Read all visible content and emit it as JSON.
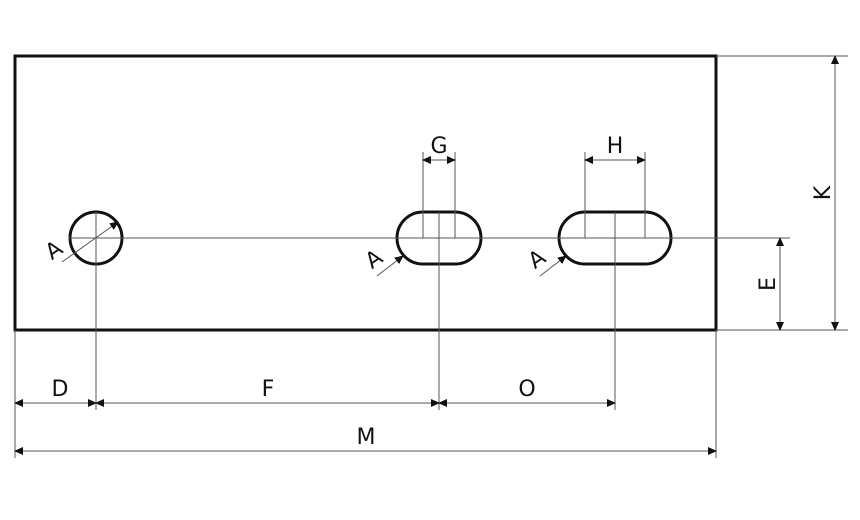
{
  "labels": {
    "diameter_hole": "A",
    "diameter_slot1": "A",
    "diameter_slot2": "A",
    "slot1_length": "G",
    "slot2_length": "H",
    "hole_height": "E",
    "plate_height": "K",
    "hole_edge_offset": "D",
    "hole_to_slot1": "F",
    "slot1_to_slot2": "O",
    "plate_length": "M"
  }
}
